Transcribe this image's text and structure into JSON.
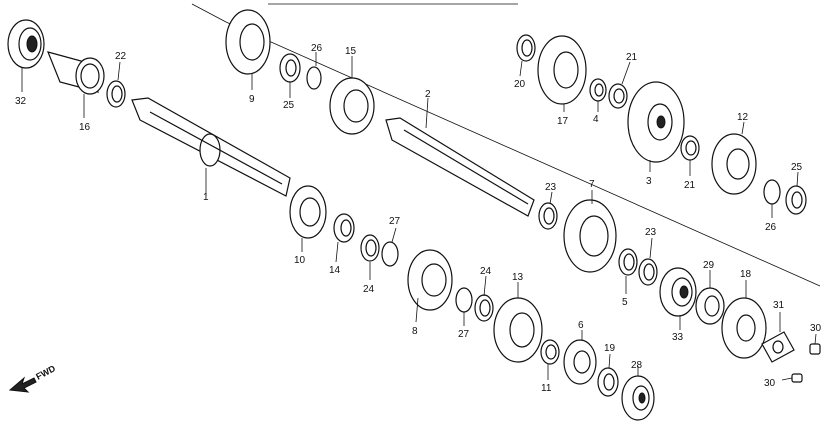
{
  "diagram": {
    "parts": [
      "1",
      "2",
      "3",
      "4",
      "5",
      "6",
      "7",
      "8",
      "9",
      "10",
      "11",
      "12",
      "13",
      "14",
      "15",
      "16",
      "17",
      "18",
      "19",
      "20",
      "21",
      "22",
      "23",
      "24",
      "25",
      "26",
      "27",
      "28",
      "29",
      "30",
      "31",
      "32",
      "33"
    ],
    "direction_label": "FWD"
  }
}
